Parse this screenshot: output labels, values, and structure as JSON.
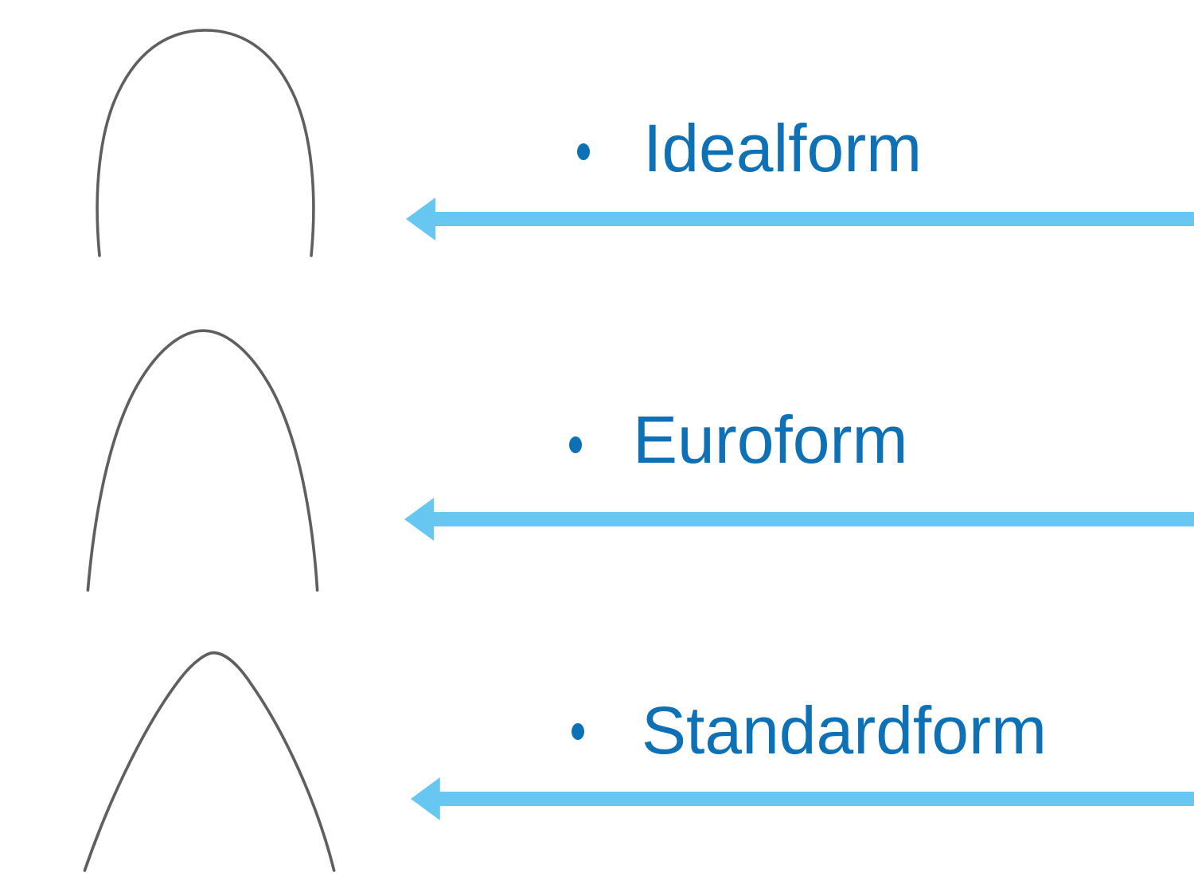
{
  "slide": {
    "background": "#FFFFFF",
    "rows": [
      {
        "label": "Idealform",
        "figure": "archwire-idealform",
        "arrow_icon": "left-arrow",
        "bullet_icon": "bullet-dot"
      },
      {
        "label": "Euroform",
        "figure": "archwire-euroform",
        "arrow_icon": "left-arrow",
        "bullet_icon": "bullet-dot"
      },
      {
        "label": "Standardform",
        "figure": "archwire-standardform",
        "arrow_icon": "left-arrow",
        "bullet_icon": "bullet-dot"
      }
    ],
    "colors": {
      "label_blue": "#0E70B5",
      "arrow_blue": "#67C7F0",
      "wire_gray": "#5E5F61"
    }
  }
}
